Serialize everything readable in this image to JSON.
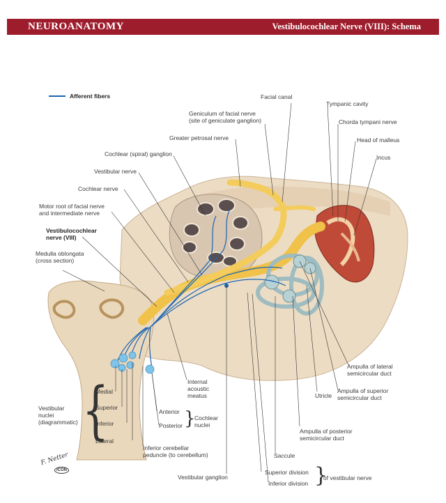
{
  "header": {
    "section": "NEUROANATOMY",
    "title": "Vestibulocochlear Nerve (VIII): Schema"
  },
  "legend": {
    "afferent": "Afferent fibers"
  },
  "labels": {
    "facial_canal": "Facial canal",
    "tympanic_cavity": "Tympanic cavity",
    "geniculum_1": "Geniculum of facial nerve",
    "geniculum_2": "(site of geniculate ganglion)",
    "chorda_tympani": "Chorda tympani nerve",
    "greater_petrosal": "Greater petrosal nerve",
    "head_malleus": "Head of malleus",
    "incus": "Incus",
    "cochlear_ganglion": "Cochlear (spiral) ganglion",
    "vestibular_nerve": "Vestibular nerve",
    "cochlear_nerve": "Cochlear nerve",
    "motor_root_1": "Motor root of facial nerve",
    "motor_root_2": "and intermediate nerve",
    "vc_nerve_1": "Vestibulocochlear",
    "vc_nerve_2": "nerve (VIII)",
    "medulla_1": "Medulla oblongata",
    "medulla_2": "(cross section)",
    "medial": "Medial",
    "superior": "Superior",
    "inferior": "Inferior",
    "lateral": "Lateral",
    "vest_nuclei_1": "Vestibular",
    "vest_nuclei_2": "nuclei",
    "vest_nuclei_3": "(diagrammatic)",
    "iam_1": "Internal",
    "iam_2": "acoustic",
    "iam_3": "meatus",
    "anterior": "Anterior",
    "posterior": "Posterior",
    "cochlear_nuclei_1": "Cochlear",
    "cochlear_nuclei_2": "nuclei",
    "icp_1": "Inferior cerebellar",
    "icp_2": "peduncle (to cerebellum)",
    "amp_lat_1": "Ampulla of lateral",
    "amp_lat_2": "semicircular duct",
    "amp_sup_1": "Ampulla of superior",
    "amp_sup_2": "semicircular duct",
    "utricle": "Utricle",
    "amp_post_1": "Ampulla of posterior",
    "amp_post_2": "semicircular duct",
    "saccule": "Saccule",
    "vest_ganglion": "Vestibular ganglion",
    "sup_div": "Superior division",
    "inf_div": "Inferior division",
    "of_vest_nerve": "of vestibular nerve"
  },
  "signature": {
    "name": "F. Netter",
    "badge": "ICON"
  },
  "colors": {
    "header": "#9e1d2c",
    "afferent": "#1a64b0",
    "nerve": "#f0c24a"
  }
}
